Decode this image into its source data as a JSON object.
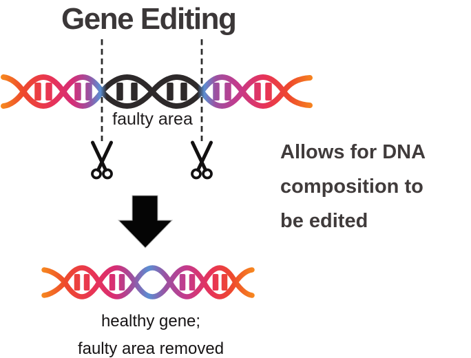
{
  "title": "Gene Editing",
  "top_section": {
    "faulty_area_label": "faulty area"
  },
  "side_note": {
    "lines": [
      "Allows for DNA",
      "composition to",
      "be edited"
    ]
  },
  "result": {
    "caption_lines": [
      "healthy gene;",
      "faulty area removed"
    ]
  },
  "icons": {
    "scissors": "scissors-icon",
    "down_arrow": "down-arrow-icon",
    "dna_top": "dna-helix-top",
    "dna_bottom": "dna-helix-bottom",
    "cut_line": "dashed-cut-line"
  },
  "colors": {
    "title_text": "#3b3738",
    "label_text": "#1f1c1d",
    "side_note_text": "#403b3b",
    "diagram_ink": "#121011",
    "cut_line": "#2b2b2b",
    "helix_orange": "#f6871f",
    "helix_red": "#ee4a2c",
    "helix_crimson": "#e73358",
    "helix_magenta": "#d62d75",
    "helix_pink": "#c43a8c",
    "helix_purple": "#9c51a0",
    "helix_blue": "#5b8ed2",
    "helix_faulty_black": "#2d292a"
  }
}
